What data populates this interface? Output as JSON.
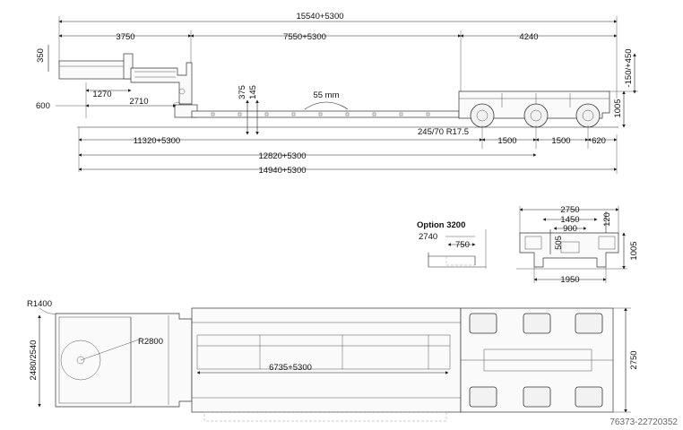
{
  "side_view": {
    "overall_length": "15540+5300",
    "gooseneck_length": "3750",
    "platform_length": "7550+5300",
    "rear_length": "4240",
    "kingpin_height": "350",
    "rear_deck_height": "-150/+450",
    "rear_deck_ground": "1005",
    "neck_offset": "1270",
    "neck_to_platform": "2710",
    "front_overhang": "600",
    "platform_height": "375",
    "platform_low_height": "145",
    "camber": "55 mm",
    "tyre_size": "245/70 R17.5",
    "axle_spacing_1": "1500",
    "axle_spacing_2": "1500",
    "rear_overhang": "620",
    "dim_a": "11320+5300",
    "dim_b": "12820+5300",
    "dim_c": "14940+5300"
  },
  "option_view": {
    "title": "Option 3200",
    "width": "2740",
    "step": "750"
  },
  "rear_view": {
    "overall_width": "2750",
    "inner_width": "1450",
    "inner_narrow": "900",
    "top_height": "120",
    "mid_height": "505",
    "total_height": "1005",
    "track_width": "1950"
  },
  "top_view": {
    "front_radius": "R1400",
    "turning_radius": "R2800",
    "gooseneck_width": "2480/2540",
    "platform_length": "6735+5300",
    "overall_width": "2750"
  },
  "reference": "76373-22720352"
}
